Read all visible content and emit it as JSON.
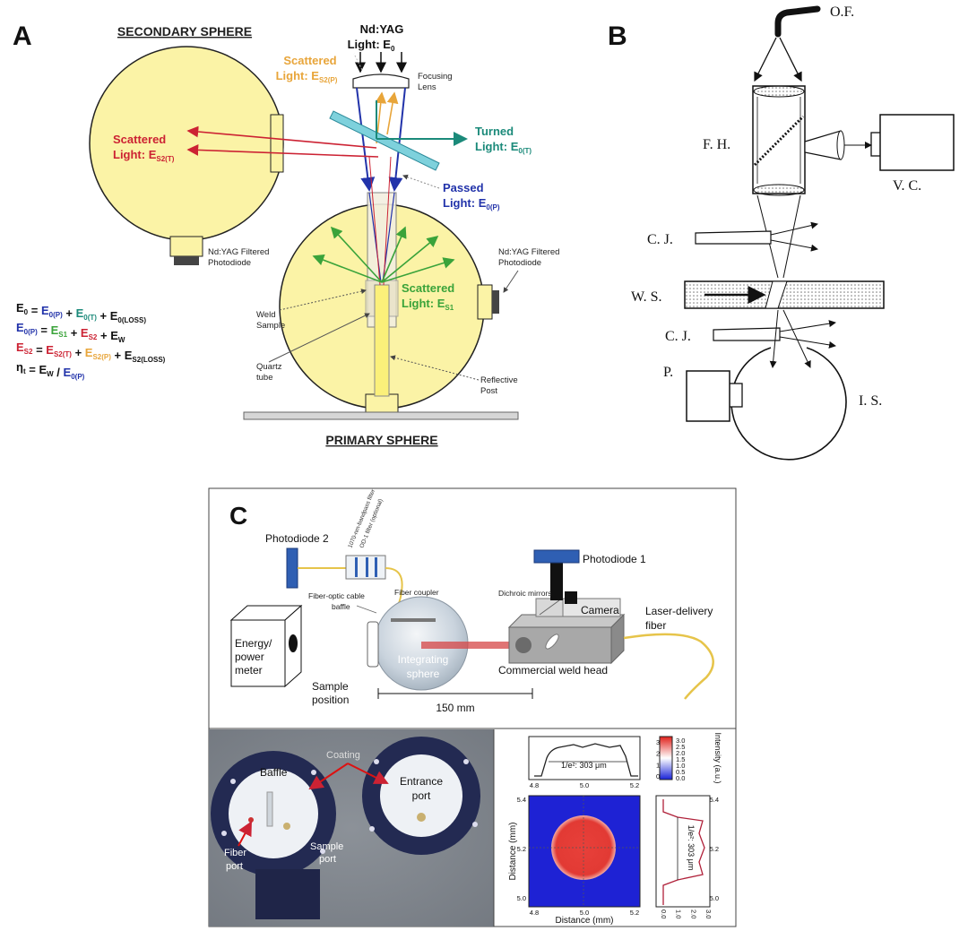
{
  "panel_a": {
    "letter": "A",
    "secondary_sphere": "SECONDARY SPHERE",
    "primary_sphere": "PRIMARY SPHERE",
    "ndyag_1": "Nd:YAG",
    "ndyag_2": "Light: E",
    "ndyag_sub": "0",
    "scattered_top_1": "Scattered",
    "scattered_top_2": "Light: E",
    "scattered_top_sub": "S2(P)",
    "focusing_1": "Focusing",
    "focusing_2": "Lens",
    "scattered_left_1": "Scattered",
    "scattered_left_2": "Light: E",
    "scattered_left_sub": "S2(T)",
    "turned_1": "Turned",
    "turned_2": "Light: E",
    "turned_sub": "0(T)",
    "passed_1": "Passed",
    "passed_2": "Light: E",
    "passed_sub": "0(P)",
    "photodiode_left_1": "Nd:YAG Filtered",
    "photodiode_left_2": "Photodiode",
    "photodiode_right_1": "Nd:YAG Filtered",
    "photodiode_right_2": "Photodiode",
    "scattered_green_1": "Scattered",
    "scattered_green_2": "Light: E",
    "scattered_green_sub": "S1",
    "weld_1": "Weld",
    "weld_2": "Sample",
    "quartz_1": "Quartz",
    "quartz_2": "tube",
    "reflective_1": "Reflective",
    "reflective_2": "Post",
    "equations": [
      [
        [
          "E",
          "0",
          "#111"
        ],
        [
          " = ",
          "",
          "#111"
        ],
        [
          "E",
          "0(P)",
          "#2233aa"
        ],
        [
          " + ",
          "",
          "#111"
        ],
        [
          "E",
          "0(T)",
          "#1b8a7a"
        ],
        [
          " + E",
          "0(LOSS)",
          "#111"
        ]
      ],
      [
        [
          "E",
          "0(P)",
          "#2233aa"
        ],
        [
          " = ",
          "",
          "#111"
        ],
        [
          "E",
          "S1",
          "#3aa33a"
        ],
        [
          " + ",
          "",
          "#111"
        ],
        [
          "E",
          "S2",
          "#cc2233"
        ],
        [
          " + E",
          "W",
          "#111"
        ]
      ],
      [
        [
          "E",
          "S2",
          "#cc2233"
        ],
        [
          " = ",
          "",
          "#111"
        ],
        [
          "E",
          "S2(T)",
          "#cc2233"
        ],
        [
          " + ",
          "",
          "#111"
        ],
        [
          "E",
          "S2(P)",
          "#e8a53a"
        ],
        [
          " + E",
          "S2(LOSS)",
          "#111"
        ]
      ],
      [
        [
          "η",
          "t",
          "#111"
        ],
        [
          " = E",
          "W",
          "#111"
        ],
        [
          " / ",
          "",
          "#111"
        ],
        [
          "E",
          "0(P)",
          "#2233aa"
        ]
      ]
    ]
  },
  "panel_b": {
    "letter": "B",
    "of": "O.F.",
    "fh": "F. H.",
    "vc": "V. C.",
    "cj_top": "C. J.",
    "ws": "W. S.",
    "cj_bottom": "C. J.",
    "p": "P.",
    "is": "I. S."
  },
  "panel_c": {
    "letter": "C",
    "photodiode2": "Photodiode 2",
    "filter1": "1070-nm-bandpass filter",
    "filter2": "OD-1 filter (optional)",
    "fiber_cable_1": "Fiber-optic cable",
    "fiber_cable_2": "baffle",
    "fiber_coupler": "Fiber coupler",
    "photodiode1": "Photodiode 1",
    "dichroic": "Dichroic mirrors",
    "camera": "Camera",
    "laser_1": "Laser-delivery",
    "laser_2": "fiber",
    "energy_1": "Energy/",
    "energy_2": "power",
    "energy_3": "meter",
    "integrating_1": "Integrating",
    "integrating_2": "sphere",
    "weld_head": "Commercial weld head",
    "sample_1": "Sample",
    "sample_2": "position",
    "distance": "150 mm",
    "coating": "Coating",
    "baffle": "Baffle",
    "entrance_1": "Entrance",
    "entrance_2": "port",
    "fiber_port_1": "Fiber",
    "fiber_port_2": "port",
    "sample_port_1": "Sample",
    "sample_port_2": "port",
    "beam_top_label": "1/e²: 303 μm",
    "beam_right_label": "1/e²: 303 μm",
    "distance_y": "Distance (mm)",
    "distance_x": "Distance (mm)",
    "intensity": "Intensity (a.u.)",
    "top_x_ticks": [
      "4.8",
      "5.0",
      "5.2"
    ],
    "map_x_ticks": [
      "4.8",
      "5.0",
      "5.2"
    ],
    "y_ticks": [
      "5.4",
      "5.2",
      "5.0"
    ],
    "right_y_ticks": [
      "5.4",
      "5.2",
      "5.0"
    ],
    "right_x_ticks": [
      "0.0",
      "1.0",
      "2.0",
      "3.0"
    ],
    "top_y_ticks": [
      "3.0",
      "2.0",
      "1.0",
      "0.0"
    ],
    "colorbar_ticks": [
      "3.0",
      "2.5",
      "2.0",
      "1.5",
      "1.0",
      "0.5",
      "0.0"
    ]
  },
  "colors": {
    "sphere": "#fbf3a6",
    "nd_blue": "#2233aa",
    "turned": "#1b8a7a",
    "scatter_red": "#cc2233",
    "scatter_orange": "#e8a53a",
    "scatter_green": "#3aa33a"
  }
}
